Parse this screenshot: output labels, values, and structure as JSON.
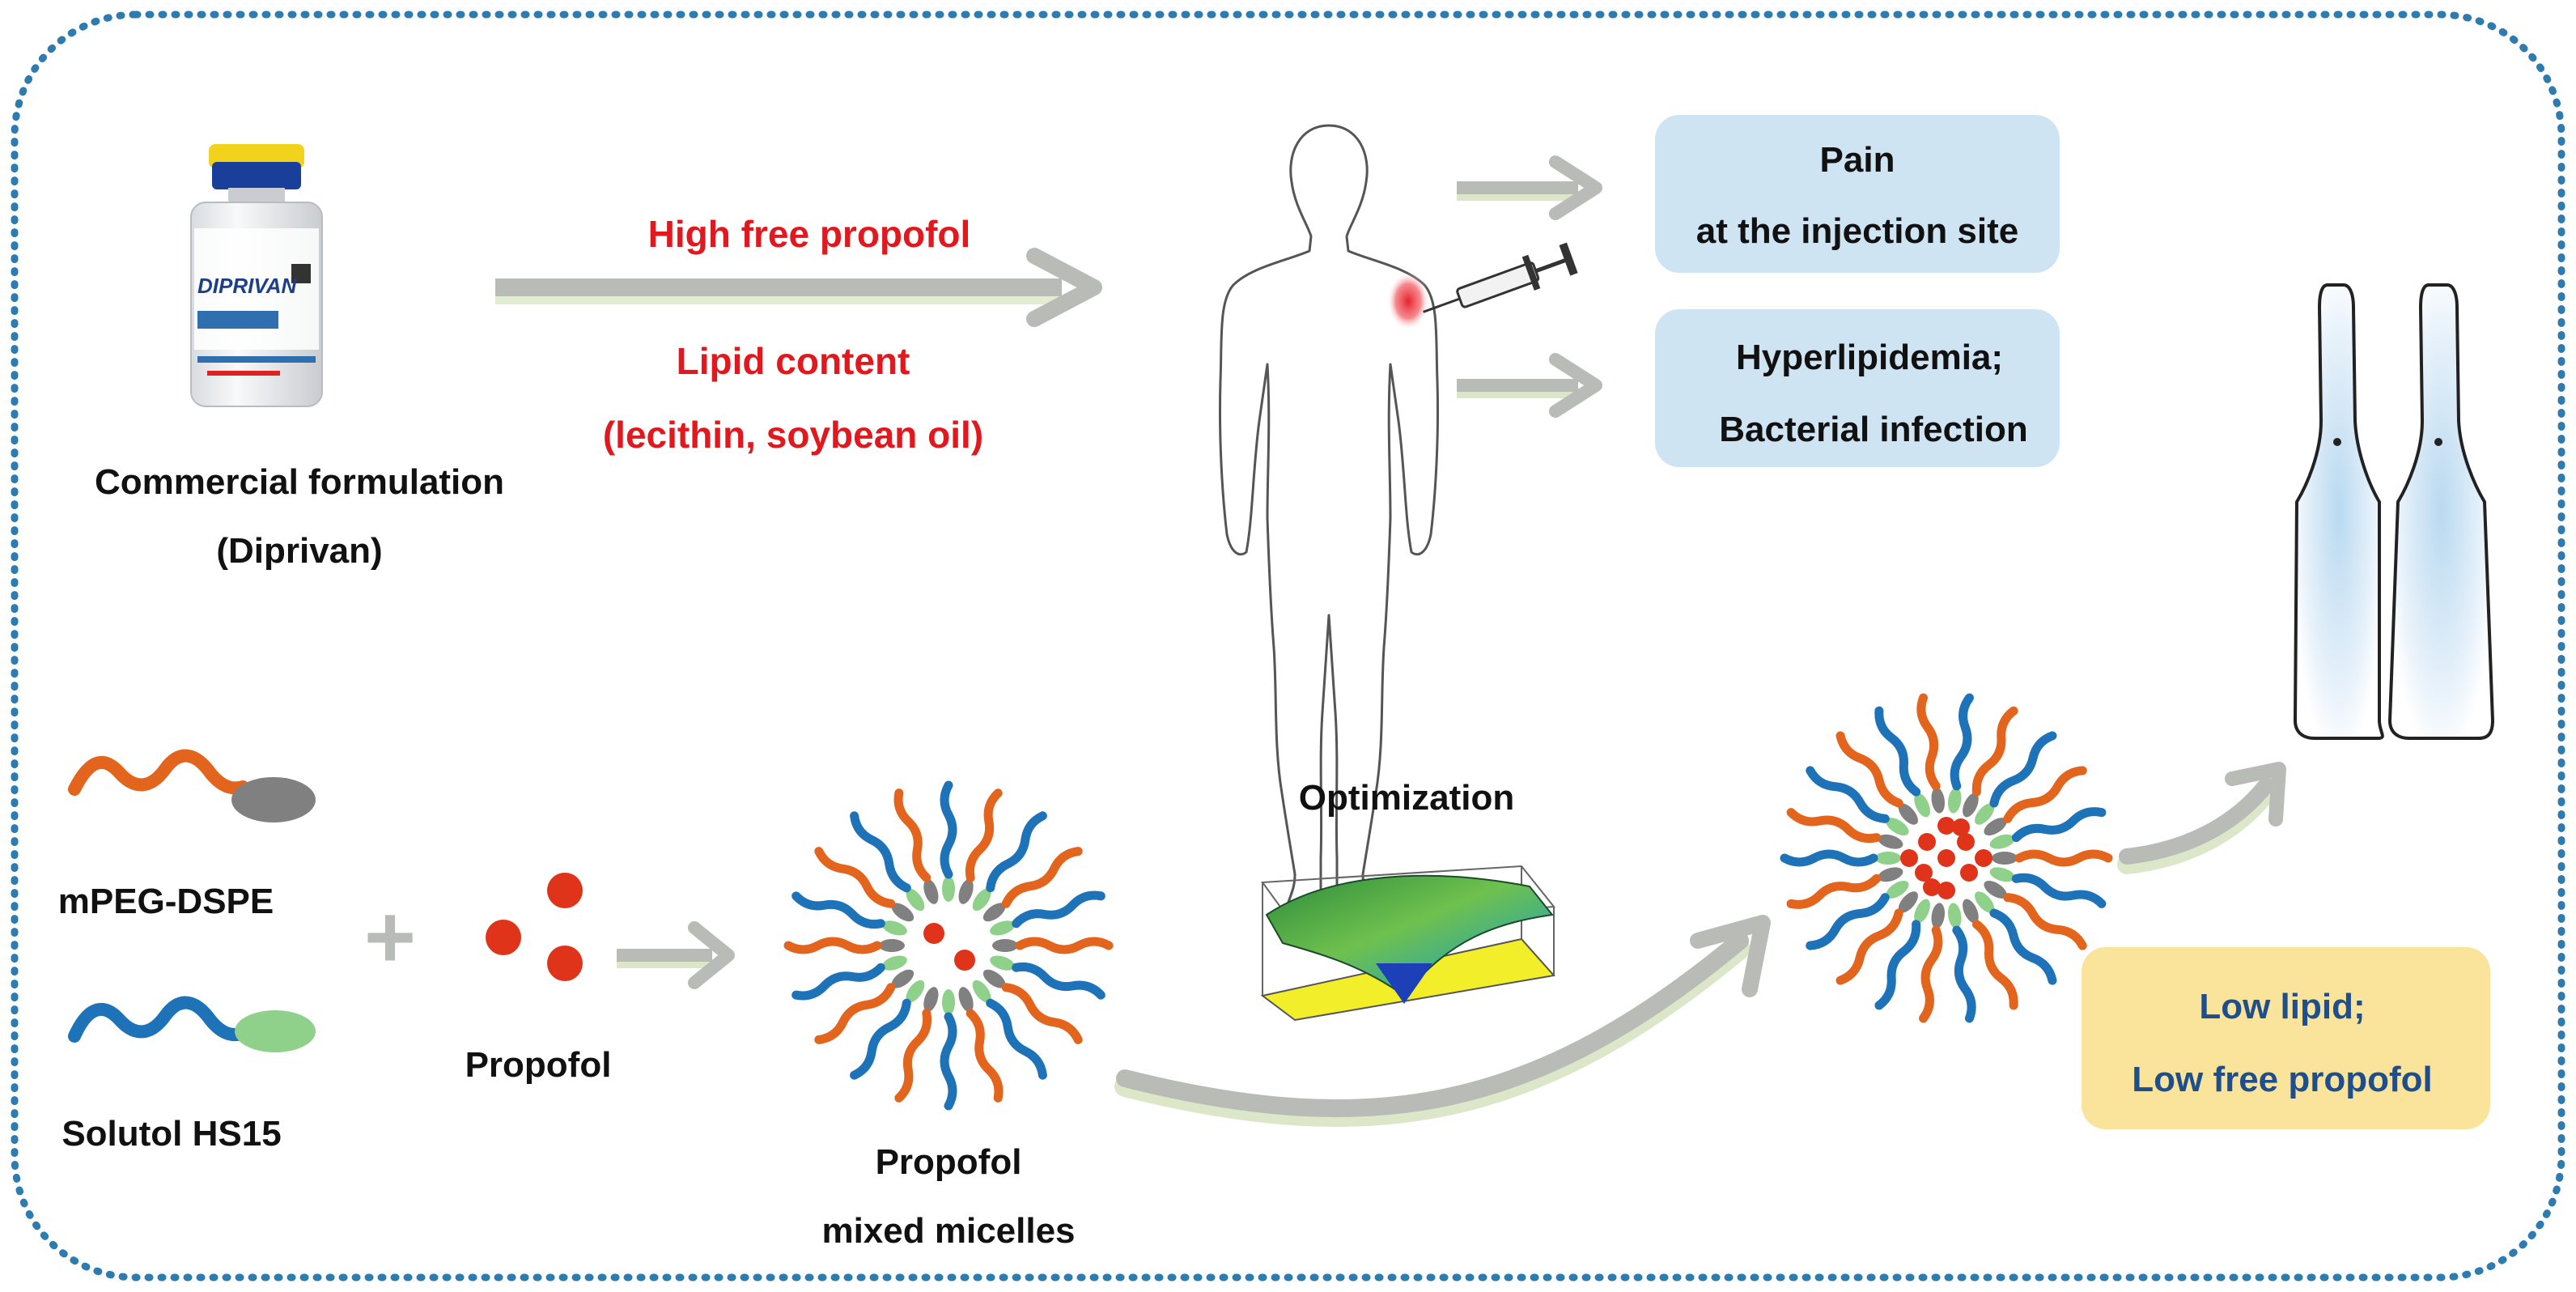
{
  "colors": {
    "border": "#2e7bb0",
    "arrow": "#b9bcb6",
    "arrow_shadow": "#dbe7c8",
    "red_text": "#e2181e",
    "blue_text": "#1f4e8c",
    "box_blue": "#cfe4f3",
    "box_yellow": "#fae39a",
    "peg_orange": "#e3641c",
    "peg_head": "#808080",
    "solutol_blue": "#1e73b8",
    "solutol_head": "#8fd08a",
    "propofol_red": "#e0341a",
    "skin_red": "#e8202a"
  },
  "top": {
    "vial_label": "DIPRIVAN",
    "commercial_line1": "Commercial formulation",
    "commercial_line2": "(Diprivan)",
    "red_line1": "High free propofol",
    "red_line2": "Lipid content",
    "red_line3": "(lecithin, soybean oil)",
    "box1_line1": "Pain",
    "box1_line2": "at the injection site",
    "box2_line1": "Hyperlipidemia;",
    "box2_line2": "Bacterial infection"
  },
  "bottom": {
    "mpeg_label": "mPEG-DSPE",
    "solutol_label": "Solutol HS15",
    "plus": "+",
    "propofol_label": "Propofol",
    "micelle_line1": "Propofol",
    "micelle_line2": "mixed micelles",
    "optimization_label": "Optimization",
    "result_line1": "Low lipid;",
    "result_line2": "Low free propofol"
  }
}
